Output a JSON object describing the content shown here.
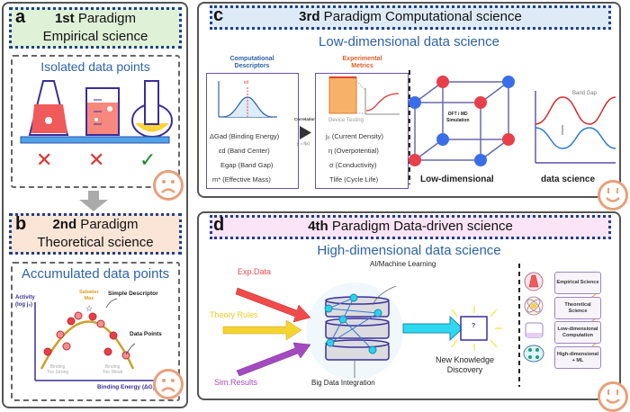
{
  "panel_a": {
    "letter": "a",
    "title_bold": "1st",
    "title_rest": " Paradigm",
    "subtitle": "Empirical science",
    "section_label": "Isolated data points",
    "header_color": "#dff2d8",
    "marks": [
      "✕",
      "✕",
      "✓"
    ]
  },
  "panel_b": {
    "letter": "b",
    "title_bold": "2nd",
    "title_rest": " Paradigm",
    "subtitle": "Theoretical science",
    "section_label": "Accumulated data points",
    "header_color": "#fbe5d6",
    "y_axis_label_1": "Activity",
    "y_axis_label_2": "(log j₀)",
    "x_axis_label": "Binding Energy (ΔG)",
    "peak_label_1": "Sabatier",
    "peak_label_2": "Max",
    "curve_label": "Simple Descriptor",
    "points_label": "Data Points",
    "left_region_1": "Binding",
    "left_region_2": "Too Strong",
    "right_region_1": "Binding",
    "right_region_2": "Too Weak"
  },
  "panel_c": {
    "letter": "c",
    "title_bold": "3rd",
    "title_rest": " Paradigm Computational science",
    "header_color": "#deebf7",
    "section_label": "Low-dimensional data science",
    "descriptors_title_1": "Computational",
    "descriptors_title_2": "Descriptors",
    "descriptors": [
      "ΔGad (Binding Energy)",
      "εd (Band Center)",
      "Egap (Band Gap)",
      "m* (Effective Mass)"
    ],
    "peak_symbol": "εd",
    "correlation_label": "Correlation",
    "function_label": "y = f(x)",
    "metrics_title_1": "Experimental",
    "metrics_title_2": "Metrics",
    "device_label": "Device Testing",
    "metrics": [
      "j₀ (Current Density)",
      "η (Overpotential)",
      "σ (Conductivity)",
      "Tlife (Cycle Life)"
    ],
    "cube_label_1": "DFT / MD",
    "cube_label_2": "Simulation",
    "bottom_left": "Low-dimensional",
    "band_gap_label": "Band Gap",
    "bottom_right": "data science"
  },
  "panel_d": {
    "letter": "d",
    "title_bold": "4th",
    "title_rest": " Paradigm Data-driven science",
    "header_color": "#fbe4f5",
    "section_label": "High-dimensional data science",
    "input_1": "Exp.Data",
    "input_2": "Theory Rules",
    "input_3": "Sim.Results",
    "ml_label": "AI/Machine Learning",
    "integration_label": "Big Data Integration",
    "discovery_1": "New Knowledge",
    "discovery_2": "Discovery",
    "question": "?",
    "legend": [
      "Empirical Science",
      "Theoretical Science",
      "Low-dimensional Computation",
      "High-dimensional + ML"
    ]
  }
}
